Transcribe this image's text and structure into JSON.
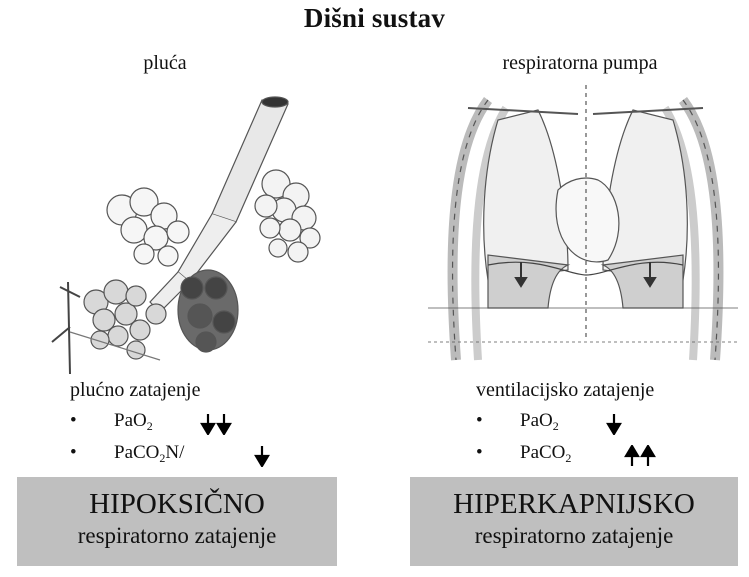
{
  "title": "Dišni sustav",
  "left": {
    "heading": "pluća",
    "failure": "plućno zatajenje",
    "bullets": [
      {
        "symbol": "•",
        "label": "PaO",
        "sub": "2",
        "suffix": "",
        "arrows": "down-down"
      },
      {
        "symbol": "•",
        "label": "PaCO",
        "sub": "2",
        "suffix": "N/",
        "arrows": "down"
      }
    ],
    "box": {
      "big": "HIPOKSIČNO",
      "small": "respiratorno zatajenje"
    }
  },
  "right": {
    "heading": "respiratorna pumpa",
    "failure": "ventilacijsko zatajenje",
    "bullets": [
      {
        "symbol": "•",
        "label": "PaO",
        "sub": "2",
        "suffix": "",
        "arrows": "down"
      },
      {
        "symbol": "•",
        "label": "PaCO",
        "sub": "2",
        "suffix": "",
        "arrows": "up-up"
      }
    ],
    "box": {
      "big": "HIPERKAPNIJSKO",
      "small": "respiratorno zatajenje"
    }
  },
  "colors": {
    "box": "#bfbfbf",
    "ink": "#111111"
  }
}
